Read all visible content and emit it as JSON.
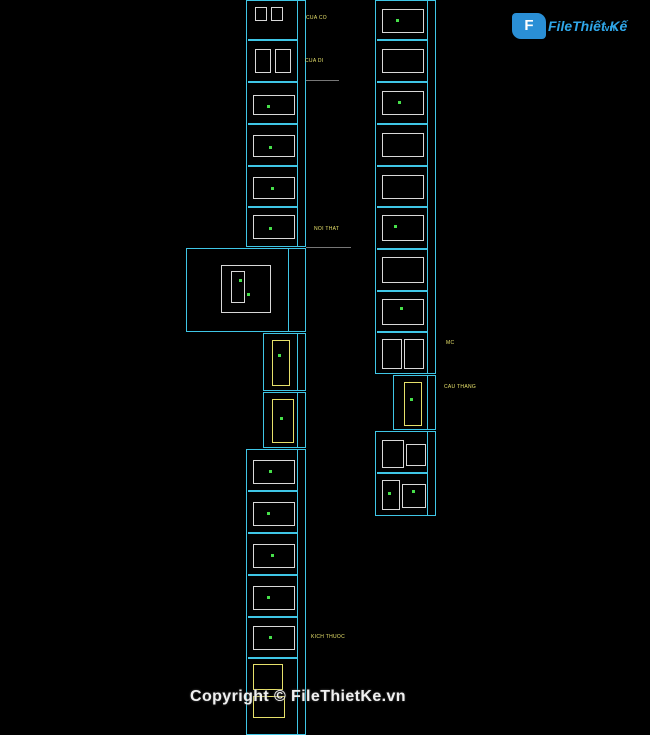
{
  "logo": {
    "brand": "FileThiết Kế",
    "suffix": ".vn"
  },
  "labels": {
    "cua_co": "CUA CO",
    "cua_di": "CUA DI",
    "noi_that": "NOI THAT",
    "mc": "MC",
    "cau_thang": "CAU THANG",
    "kich_thuoc": "KICH THUOC"
  },
  "watermark": "Copyright © FileThietKe.vn",
  "colors": {
    "background": "#000000",
    "frame": "#3fc6e6",
    "annotation": "#e6e06a",
    "green": "#46e04a"
  }
}
